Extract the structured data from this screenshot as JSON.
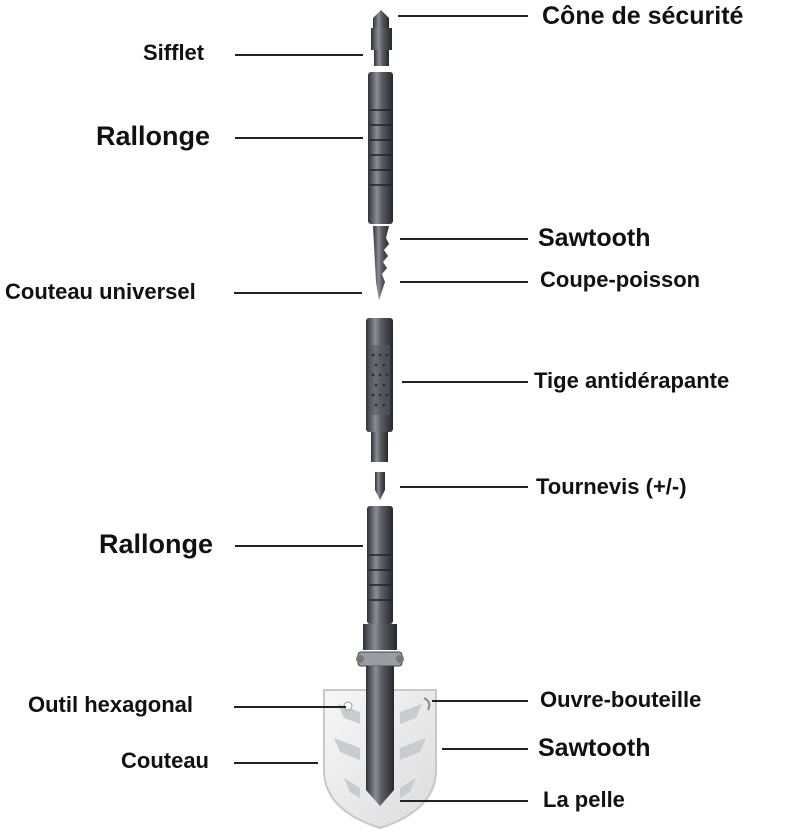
{
  "labels": {
    "cone": "Cône de sécurité",
    "sifflet": "Sifflet",
    "rallonge_top": "Rallonge",
    "sawtooth_top": "Sawtooth",
    "couteau_universel": "Couteau universel",
    "coupe_poisson": "Coupe-poisson",
    "tige": "Tige antidérapante",
    "tournevis": "Tournevis (+/-)",
    "rallonge_bottom": "Rallonge",
    "outil_hexagonal": "Outil hexagonal",
    "ouvre_bouteille": "Ouvre-bouteille",
    "couteau": "Couteau",
    "sawtooth_bottom": "Sawtooth",
    "la_pelle": "La pelle"
  },
  "colors": {
    "text": "#111111",
    "leader_line": "#222222",
    "metal_dark": "#3c3f44",
    "metal_mid": "#6b6f76",
    "metal_light": "#a9adb3",
    "blade_face": "#ececec"
  }
}
